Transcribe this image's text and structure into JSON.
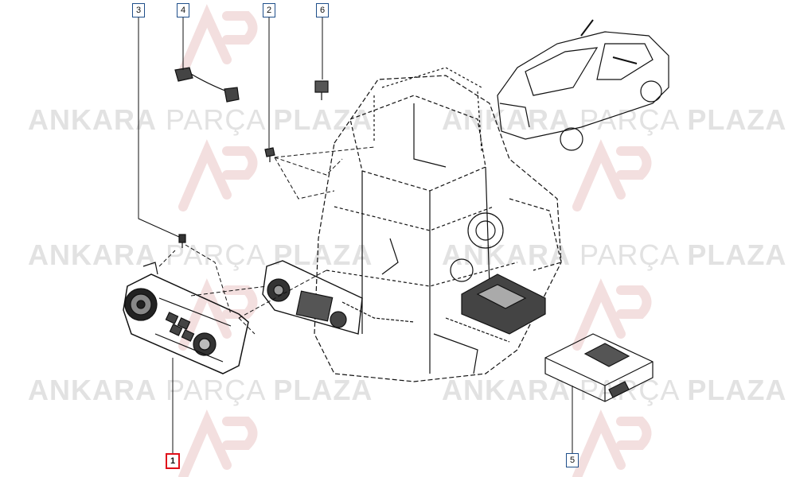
{
  "watermark": {
    "word1": "ANKARA",
    "word2": "PARÇA",
    "word3": "PLAZA",
    "logo": "AP"
  },
  "callouts": [
    {
      "id": "1",
      "label": "1",
      "highlighted": true
    },
    {
      "id": "2",
      "label": "2",
      "highlighted": false
    },
    {
      "id": "3",
      "label": "3",
      "highlighted": false
    },
    {
      "id": "4",
      "label": "4",
      "highlighted": false
    },
    {
      "id": "5",
      "label": "5",
      "highlighted": false
    },
    {
      "id": "6",
      "label": "6",
      "highlighted": false
    }
  ],
  "colors": {
    "callout_border": "#1f4f8a",
    "highlight_border": "#e0101a",
    "line": "#111111",
    "watermark": "#e2e2e2"
  },
  "parts": [
    "climate-control-panel",
    "hvac-unit",
    "mounting-screw",
    "harness-connector",
    "control-module",
    "temperature-sensor",
    "sedan-vehicle"
  ]
}
